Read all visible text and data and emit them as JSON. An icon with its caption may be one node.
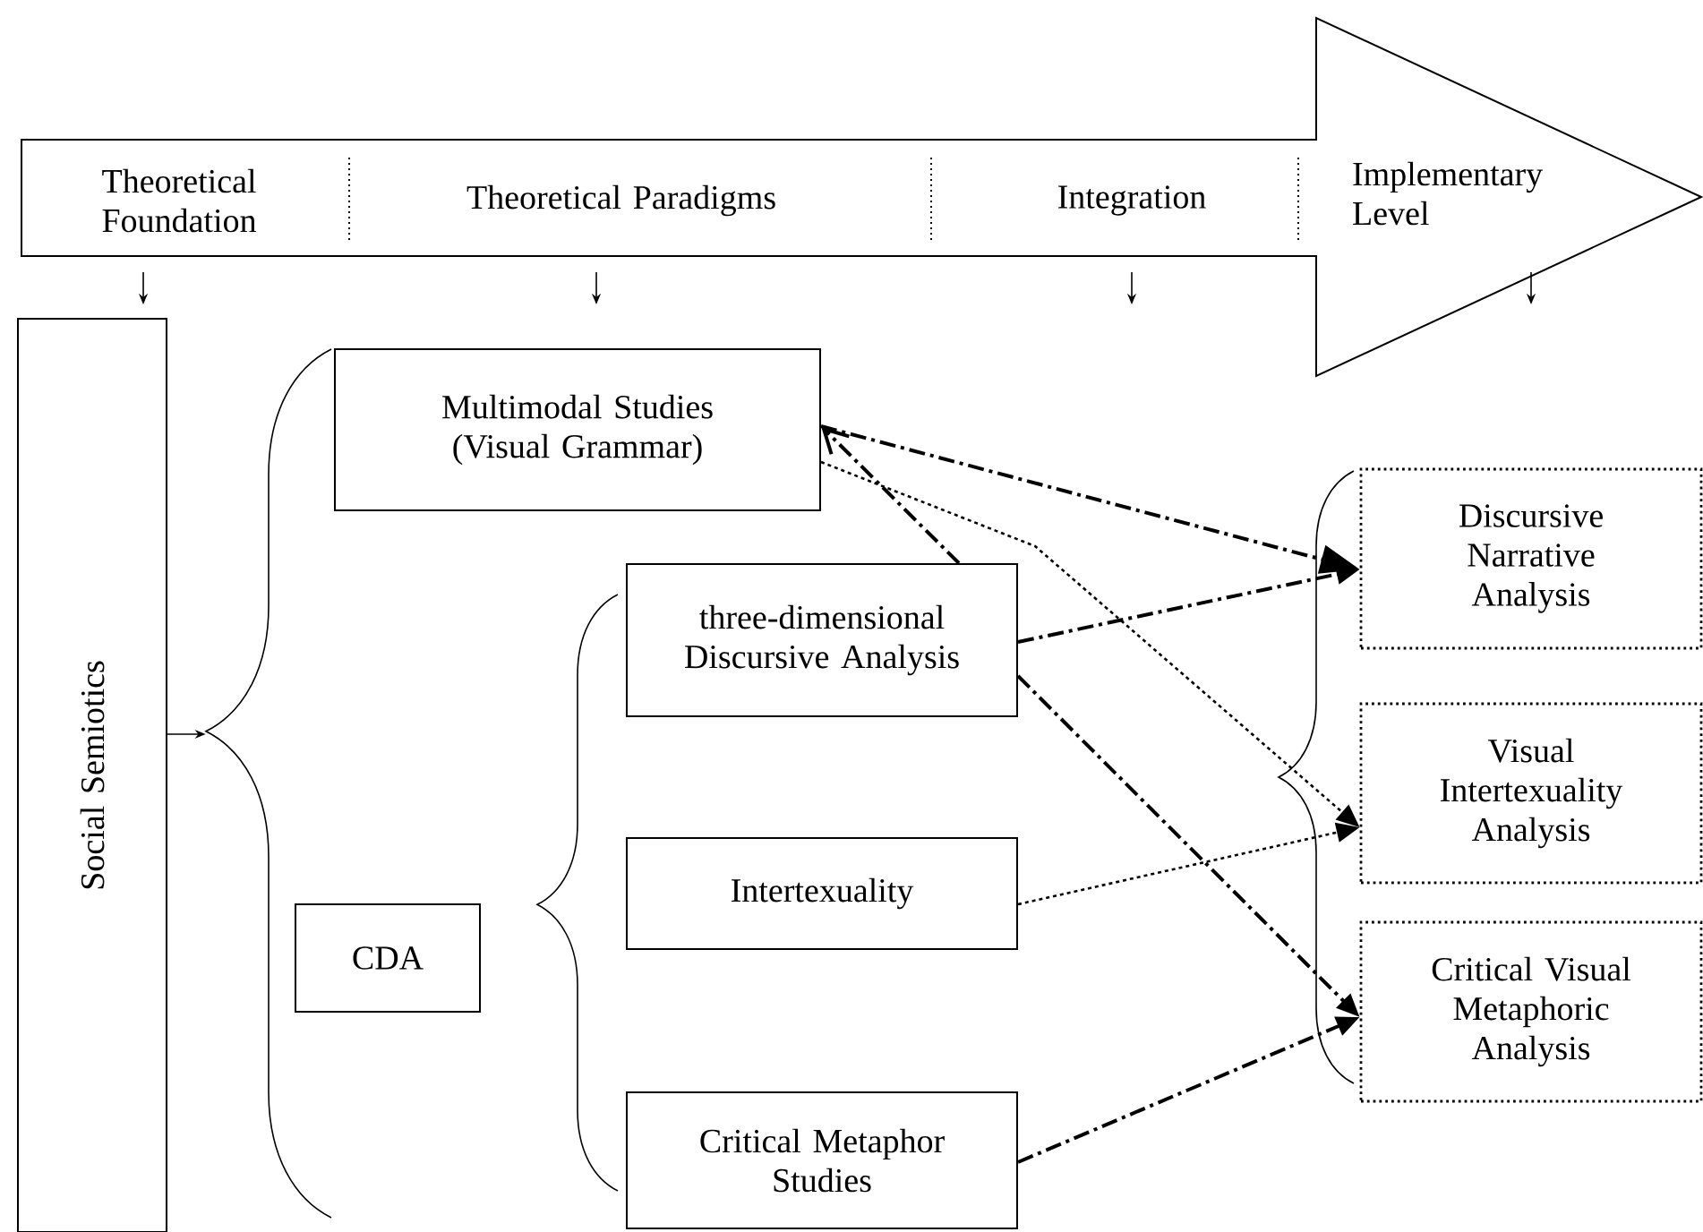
{
  "diagram": {
    "nodes": [
      {
        "text": [
          "Theoretical Foundation",
          "Theoretical Paradigms",
          "Integration",
          "Implementary Level"
        ]
      },
      {
        "text": [
          "Social Semiotics"
        ]
      },
      {
        "text": [
          "Multimodal Studies (Visual Grammar)"
        ]
      },
      {
        "text": [
          "CDA"
        ]
      },
      {
        "text": [
          "three-dimensional Discursive Analysis"
        ]
      },
      {
        "text": [
          "Intertexuality"
        ]
      },
      {
        "text": [
          "Critical Metaphor Studies"
        ]
      },
      {
        "text": [
          "Discursive Narrative Analysis"
        ]
      },
      {
        "text": [
          "Visual Intertexuality Analysis"
        ]
      },
      {
        "text": [
          "Critical Visual Metaphoric Analysis"
        ]
      },
      {
        "text": [],
        "shape": "brace"
      }
    ],
    "edges": [
      {
        "from": 1,
        "to": 10,
        "arrow": "to"
      },
      {
        "from": 2,
        "to": 7,
        "arrow": "to",
        "style": "dashed"
      },
      {
        "from": 4,
        "to": 2,
        "arrow": "to",
        "style": "dashed"
      },
      {
        "from": 4,
        "to": 9,
        "arrow": "to",
        "style": "dashed"
      },
      {
        "from": 2,
        "to": 8,
        "arrow": "to",
        "style": "dashed"
      },
      {
        "from": 4,
        "to": 7,
        "arrow": "to",
        "style": "dashed"
      },
      {
        "from": 5,
        "to": 8,
        "arrow": "to",
        "style": "dashed"
      },
      {
        "from": 6,
        "to": 9,
        "arrow": "to",
        "style": "dashed"
      }
    ]
  }
}
